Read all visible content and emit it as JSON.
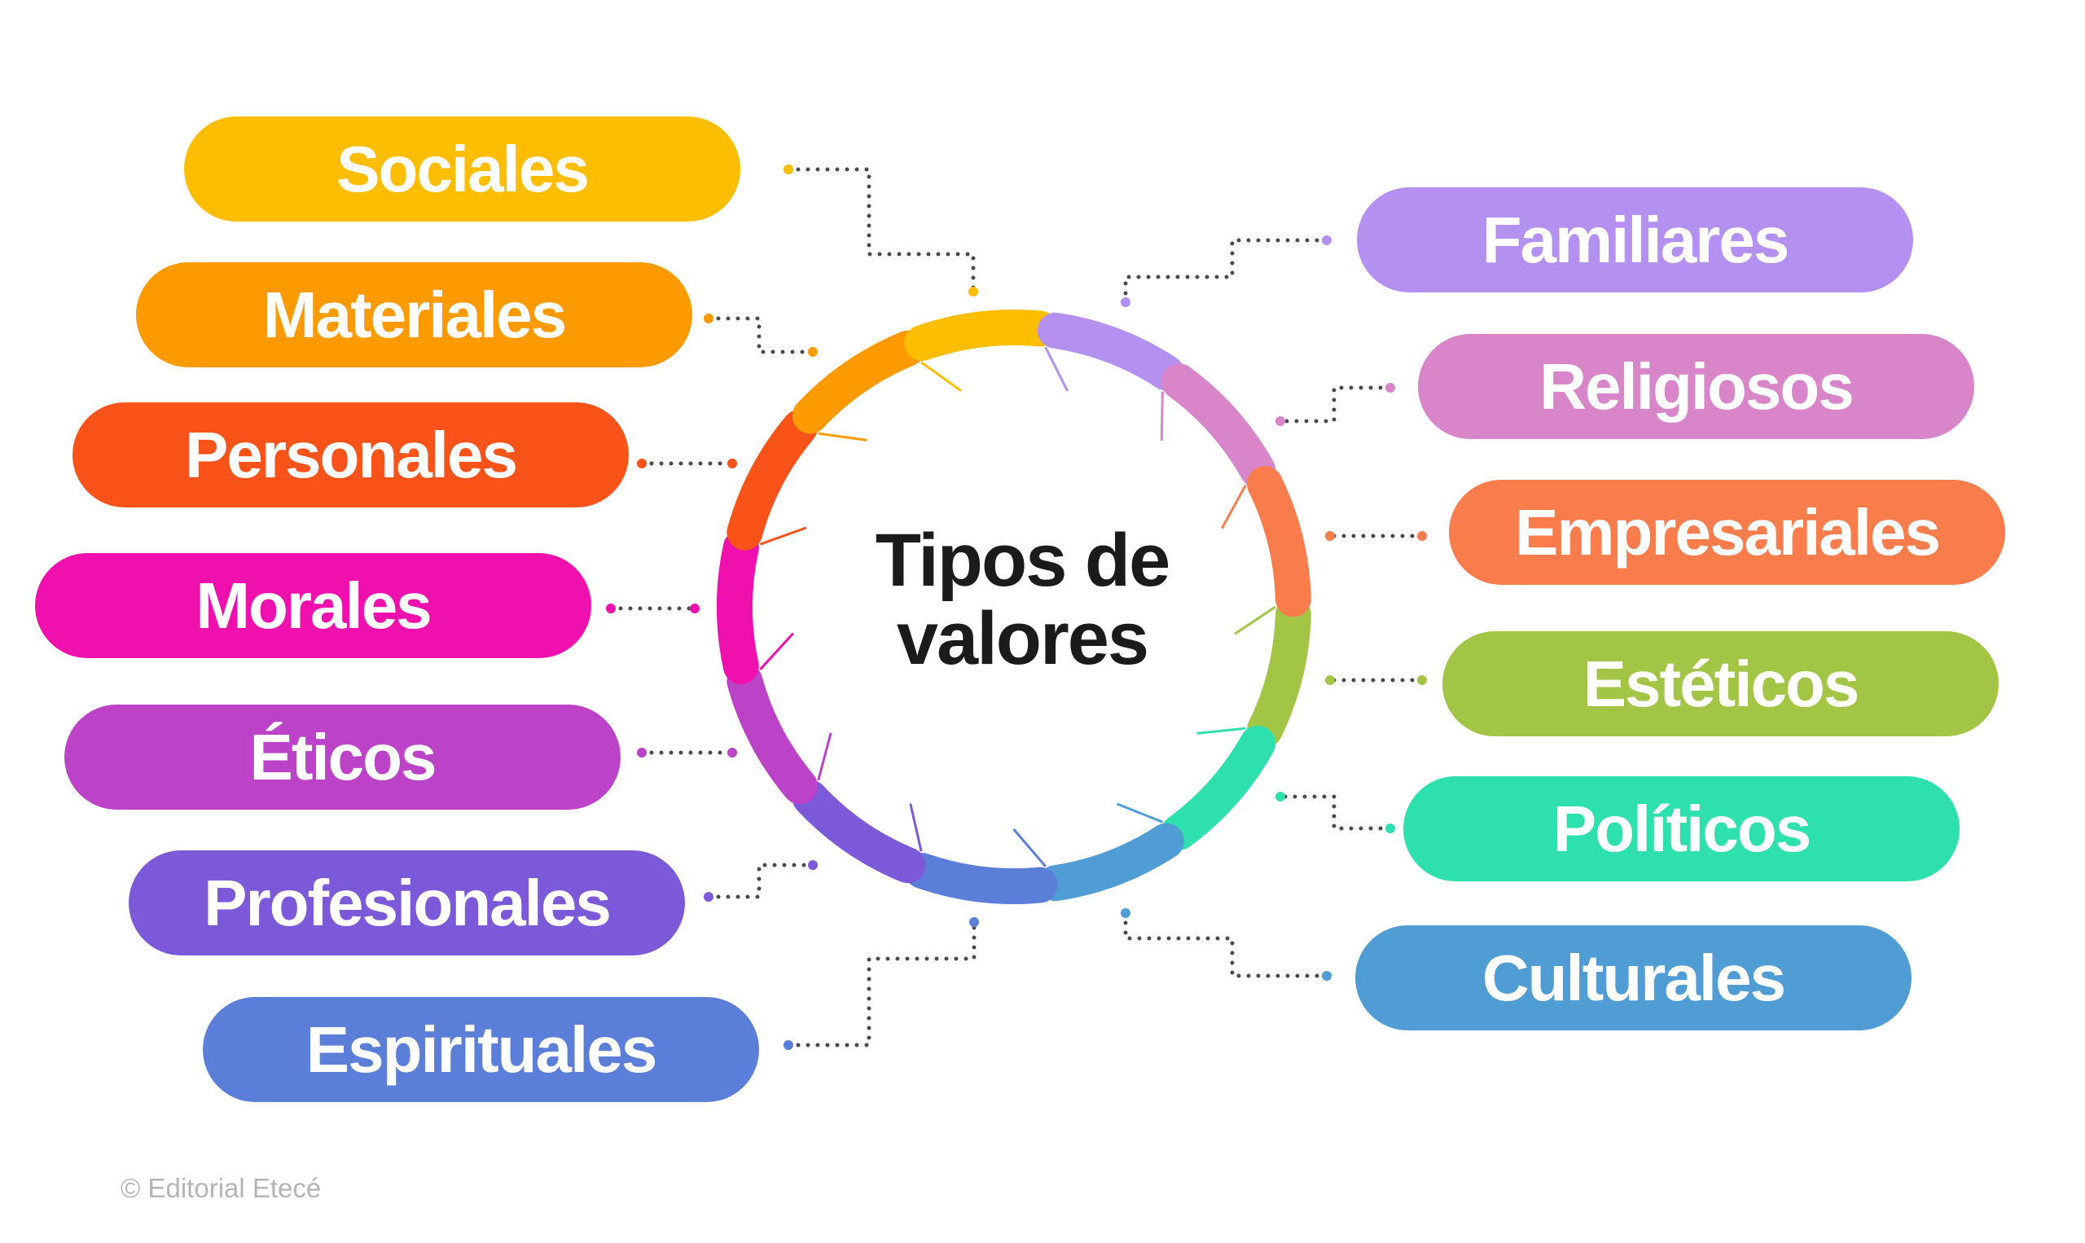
{
  "title": "Tipos de valores",
  "title_lines": [
    "Tipos de",
    "valores"
  ],
  "credit": "© Editorial Etecé",
  "categories": [
    {
      "label": "Sociales",
      "color": "#FDBD00",
      "side": "left"
    },
    {
      "label": "Materiales",
      "color": "#FD9A00",
      "side": "left"
    },
    {
      "label": "Personales",
      "color": "#F9531A",
      "side": "left"
    },
    {
      "label": "Morales",
      "color": "#F010AE",
      "side": "left"
    },
    {
      "label": "Éticos",
      "color": "#BC42C8",
      "side": "left"
    },
    {
      "label": "Profesionales",
      "color": "#7C59D9",
      "side": "left"
    },
    {
      "label": "Espirituales",
      "color": "#5B7FD9",
      "side": "left"
    },
    {
      "label": "Familiares",
      "color": "#B490F0",
      "side": "right"
    },
    {
      "label": "Religiosos",
      "color": "#D885C9",
      "side": "right"
    },
    {
      "label": "Empresariales",
      "color": "#F97C4D",
      "side": "right"
    },
    {
      "label": "Estéticos",
      "color": "#A3C545",
      "side": "right"
    },
    {
      "label": "Políticos",
      "color": "#2EE0AE",
      "side": "right"
    },
    {
      "label": "Culturales",
      "color": "#509DD6",
      "side": "right"
    }
  ]
}
